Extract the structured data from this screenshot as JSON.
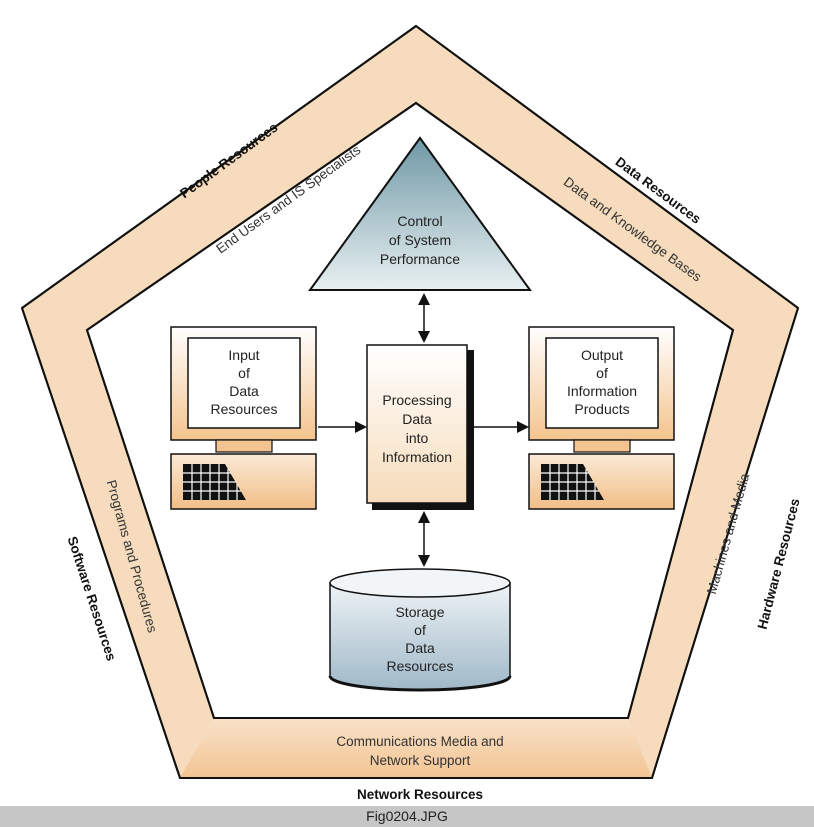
{
  "diagram": {
    "resources": {
      "people": {
        "title": "People Resources",
        "detail": "End Users and IS Specialists"
      },
      "data": {
        "title": "Data Resources",
        "detail": "Data and Knowledge Bases"
      },
      "hardware": {
        "title": "Hardware Resources",
        "detail": "Machines and Media"
      },
      "network": {
        "title": "Network Resources",
        "detail_line1": "Communications Media and",
        "detail_line2": "Network Support"
      },
      "software": {
        "title": "Software Resources",
        "detail": "Programs and Procedures"
      }
    },
    "activities": {
      "control": {
        "line1": "Control",
        "line2": "of System",
        "line3": "Performance"
      },
      "input": {
        "line1": "Input",
        "line2": "of",
        "line3": "Data",
        "line4": "Resources"
      },
      "processing": {
        "line1": "Processing",
        "line2": "Data",
        "line3": "into",
        "line4": "Information"
      },
      "output": {
        "line1": "Output",
        "line2": "of",
        "line3": "Information",
        "line4": "Products"
      },
      "storage": {
        "line1": "Storage",
        "line2": "of",
        "line3": "Data",
        "line4": "Resources"
      }
    }
  },
  "caption": "Fig0204.JPG",
  "colors": {
    "band": "#f6d9b9",
    "band_stroke": "#111111",
    "terminal_fill": "#f9e2c8",
    "triangle_fill": "#b7d1dc",
    "cylinder_fill": "#c9d7e0",
    "caption_bar": "#c6c6c6"
  }
}
